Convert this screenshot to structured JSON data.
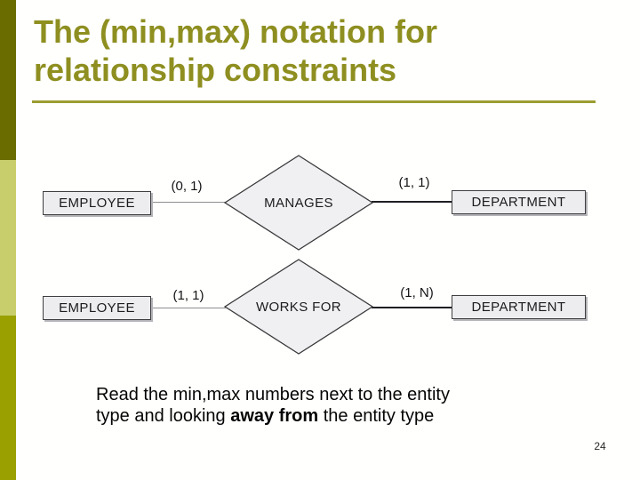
{
  "slide": {
    "title_line1": "The (min,max) notation for",
    "title_line2": "relationship constraints",
    "page_number": "24"
  },
  "diagram": {
    "rows": [
      {
        "left_entity": "EMPLOYEE",
        "left_cardinality": "(0, 1)",
        "relationship": "MANAGES",
        "right_cardinality": "(1, 1)",
        "right_entity": "DEPARTMENT"
      },
      {
        "left_entity": "EMPLOYEE",
        "left_cardinality": "(1, 1)",
        "relationship": "WORKS FOR",
        "right_cardinality": "(1, N)",
        "right_entity": "DEPARTMENT"
      }
    ]
  },
  "note": {
    "line1": "Read the min,max numbers next to the entity",
    "line2_before_bold": "type and looking ",
    "bold_text": "away from",
    "line2_after_bold": " the entity type"
  },
  "colors": {
    "title": "#8E8F20",
    "rule": "#9B9D31",
    "bar_top": "#6A6C00",
    "bar_mid": "#C9CE6C",
    "bar_bot": "#9AA000",
    "entity_fill": "#EDEDEF",
    "diamond_fill": "#F0F0F2",
    "line_dark": "#1F1F23"
  }
}
